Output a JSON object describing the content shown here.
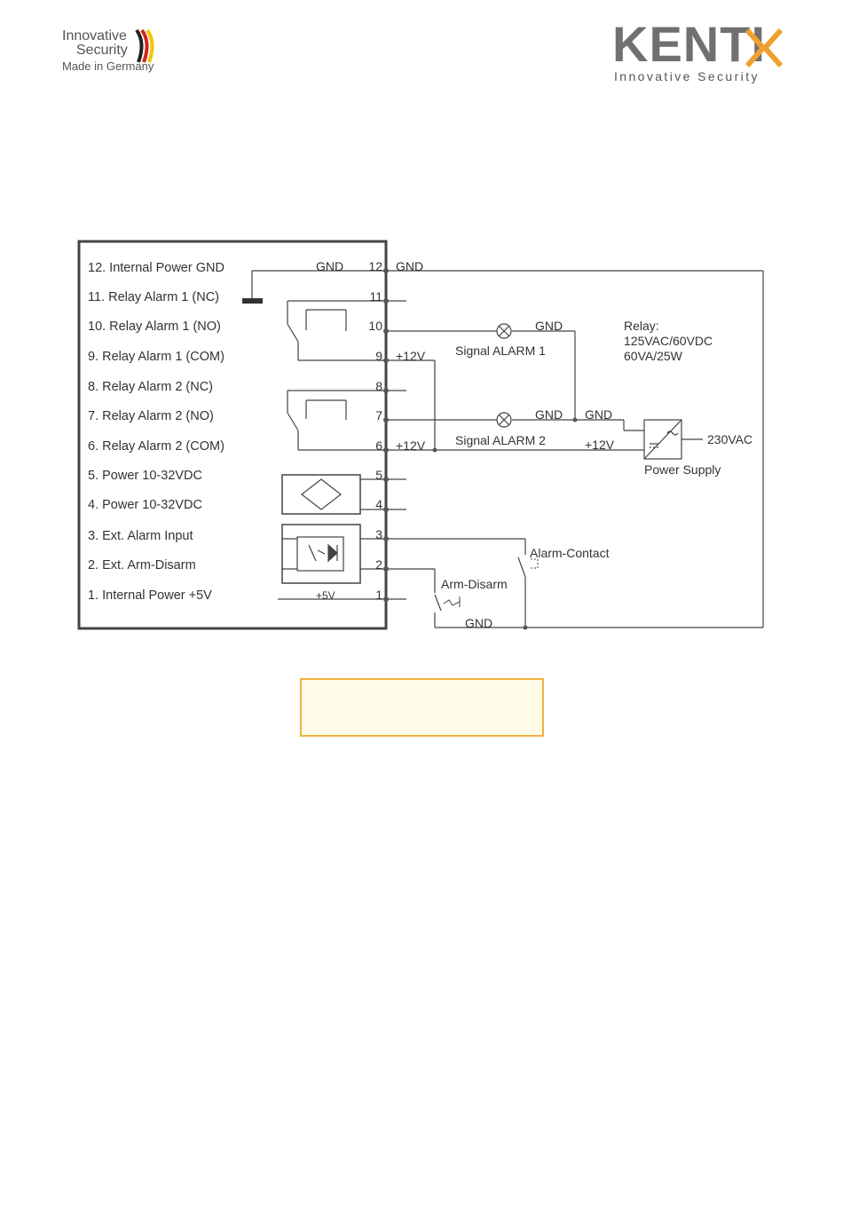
{
  "logo_left": {
    "line1": "Innovative",
    "line2": "Security",
    "line3": "Made in Germany",
    "flag_colors": [
      "#222222",
      "#d2231e",
      "#f5c400"
    ]
  },
  "logo_right": {
    "brand": "KENTI",
    "tagline": "Innovative Security",
    "accent": "#f0a030"
  },
  "terminals": [
    {
      "label": "12. Internal Power GND",
      "num": "12"
    },
    {
      "label": "11. Relay Alarm 1 (NC)",
      "num": "11"
    },
    {
      "label": "10. Relay Alarm 1 (NO)",
      "num": "10"
    },
    {
      "label": "9. Relay Alarm 1 (COM)",
      "num": "9"
    },
    {
      "label": "8. Relay Alarm 2 (NC)",
      "num": "8"
    },
    {
      "label": "7. Relay Alarm 2 (NO)",
      "num": "7"
    },
    {
      "label": "6. Relay Alarm 2 (COM)",
      "num": "6"
    },
    {
      "label": "5. Power 10-32VDC",
      "num": "5"
    },
    {
      "label": "4. Power 10-32VDC",
      "num": "4"
    },
    {
      "label": "3. Ext. Alarm Input",
      "num": "3"
    },
    {
      "label": "2. Ext. Arm-Disarm",
      "num": "2"
    },
    {
      "label": "1. Internal Power +5V",
      "num": "1"
    }
  ],
  "labels": {
    "gnd_inner": "GND",
    "gnd_outer": "GND",
    "plus12v_9": "+12V",
    "plus12v_6": "+12V",
    "plus5v": "+5V",
    "signal_alarm_1": "Signal ALARM 1",
    "signal_alarm_2": "Signal ALARM 2",
    "gnd_lamp1": "GND",
    "gnd_lamp2": "GND",
    "gnd_ps": "GND",
    "plus12v_ps": "+12V",
    "relay_title": "Relay:",
    "relay_rating1": "125VAC/60VDC",
    "relay_rating2": "60VA/25W",
    "ac_input": "230VAC",
    "power_supply": "Power Supply",
    "alarm_contact": "Alarm-Contact",
    "arm_disarm": "Arm-Disarm",
    "gnd_bottom": "GND"
  }
}
